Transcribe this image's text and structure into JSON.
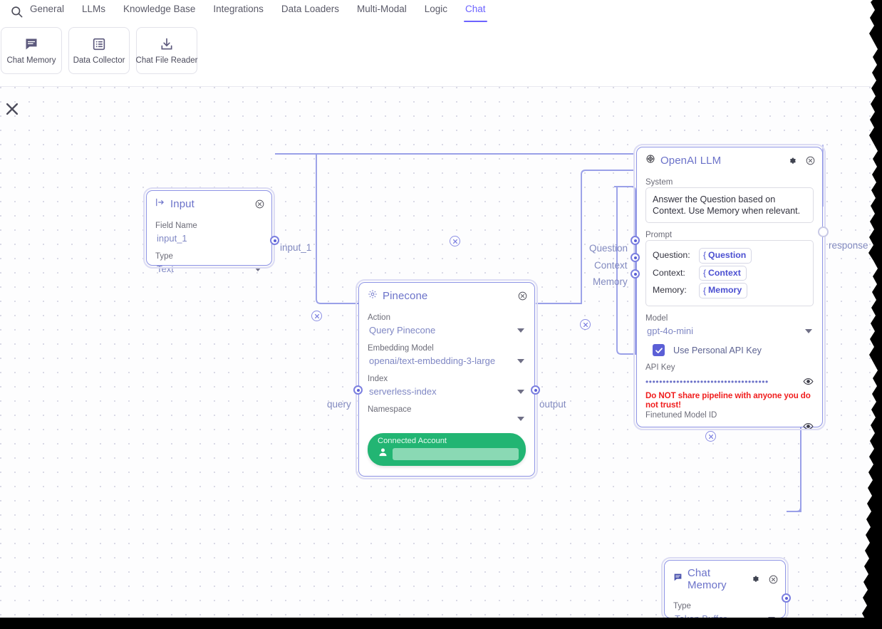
{
  "topbar": {
    "search_icon": "search-icon",
    "tabs": [
      {
        "label": "General",
        "active": false
      },
      {
        "label": "LLMs",
        "active": false
      },
      {
        "label": "Knowledge Base",
        "active": false
      },
      {
        "label": "Integrations",
        "active": false
      },
      {
        "label": "Data Loaders",
        "active": false
      },
      {
        "label": "Multi-Modal",
        "active": false
      },
      {
        "label": "Logic",
        "active": false
      },
      {
        "label": "Chat",
        "active": true
      }
    ],
    "tools": [
      {
        "label": "Chat Memory",
        "icon": "chat-bubble-icon"
      },
      {
        "label": "Data Collector",
        "icon": "list-grid-icon"
      },
      {
        "label": "Chat File Reader",
        "icon": "download-icon"
      }
    ],
    "accent": "#6c63ff"
  },
  "canvas": {
    "close_icon": "close-icon",
    "edge_labels": {
      "input_1": "input_1",
      "query": "query",
      "output": "output",
      "question": "Question",
      "context": "Context",
      "memory": "Memory",
      "response": "response"
    }
  },
  "nodes": {
    "input": {
      "title": "Input",
      "icon": "input-arrow-icon",
      "close_icon": "close-icon",
      "fields": [
        {
          "label": "Field Name",
          "value": "input_1",
          "type": "text"
        },
        {
          "label": "Type",
          "value": "Text",
          "type": "select"
        }
      ]
    },
    "pinecone": {
      "title": "Pinecone",
      "icon": "pinecone-icon",
      "close_icon": "close-icon",
      "fields": [
        {
          "label": "Action",
          "value": "Query Pinecone",
          "type": "select"
        },
        {
          "label": "Embedding Model",
          "value": "openai/text-embedding-3-large",
          "type": "select"
        },
        {
          "label": "Index",
          "value": "serverless-index",
          "type": "select"
        },
        {
          "label": "Namespace",
          "value": "",
          "type": "select"
        }
      ],
      "connected_account": {
        "title": "Connected Account",
        "icon": "person-icon",
        "value": "",
        "color": "#22b573"
      }
    },
    "openai_llm": {
      "title": "OpenAI LLM",
      "icon": "openai-icon",
      "gear_icon": "gear-icon",
      "close_icon": "close-icon",
      "system_label": "System",
      "system_value": "Answer the Question based on Context. Use Memory when relevant.",
      "prompt_label": "Prompt",
      "prompt_rows": [
        {
          "label": "Question:",
          "chip": "Question"
        },
        {
          "label": "Context:",
          "chip": "Context"
        },
        {
          "label": "Memory:",
          "chip": "Memory"
        }
      ],
      "model_label": "Model",
      "model_value": "gpt-4o-mini",
      "use_personal_key_label": "Use Personal API Key",
      "use_personal_key_checked": true,
      "api_key_label": "API Key",
      "api_key_value": "••••••••••••••••••••••••••••••••••••",
      "warning": "Do NOT share pipeline with anyone you do not trust!",
      "finetuned_label": "Finetuned Model ID",
      "finetuned_value": "",
      "eye_icon": "eye-icon",
      "warning_color": "#f01e1e"
    },
    "chat_memory": {
      "title": "Chat Memory",
      "icon": "chat-bubble-icon",
      "gear_icon": "gear-icon",
      "close_icon": "close-icon",
      "fields": [
        {
          "label": "Type",
          "value": "Token Buffer",
          "type": "select"
        }
      ]
    }
  }
}
